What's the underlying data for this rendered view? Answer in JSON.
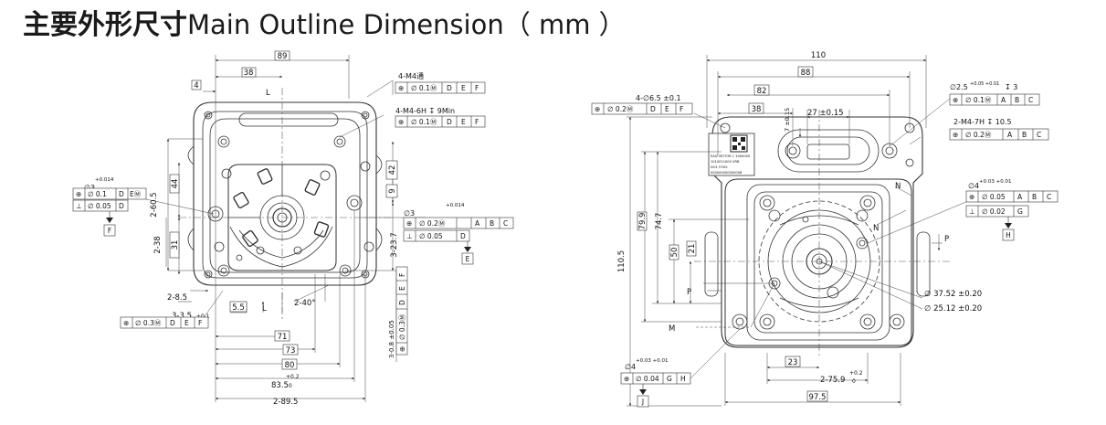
{
  "title": {
    "cn": "主要外形尺寸",
    "en": "Main Outline Dimension（ mm ）"
  },
  "left": {
    "dims": {
      "d89": "89",
      "d38": "38",
      "d4": "4",
      "dL": "L",
      "d2_60_5": "2-60.5",
      "d44": "44",
      "d42": "42",
      "d9": "9",
      "d2_38": "2-38",
      "d31": "31",
      "d3_23_7": "3-23.7",
      "d2_8_5": "2-8.5",
      "d5_5": "5.5",
      "dL2": "L",
      "d2_40": "2-40°",
      "d3_3_5": "3-3.5",
      "tol01": "±0.1",
      "d71": "71",
      "d73": "73",
      "d80": "80",
      "d83_5": "83.5",
      "tol02a": "+0.2",
      "tol02b": "0",
      "d2_89_5": "2-89.5",
      "d3_0_8": "3-0.8 ±0.05"
    },
    "callouts": {
      "m4_through": "4-M4通",
      "m4_depth": "4-M4-6H ↧ 9Min",
      "f3_left": "∅3",
      "f3_left_tol": "+0.014",
      "f3_right": "∅3",
      "f3_right_tol": "+0.014"
    },
    "fcf": {
      "a": [
        "⊕",
        "∅ 0.1Ⓜ",
        "D",
        "E",
        "F"
      ],
      "b": [
        "⊕",
        "∅ 0.1Ⓜ",
        "D",
        "E",
        "F"
      ],
      "c": [
        "⊕",
        "∅ 0.1",
        "D",
        "EⓂ"
      ],
      "d": [
        "⊥",
        "∅ 0.05",
        "D"
      ],
      "e": [
        "⊕",
        "∅ 0.2Ⓜ",
        "A",
        "B",
        "C"
      ],
      "f": [
        "⊥",
        "∅ 0.05",
        "D"
      ],
      "g": [
        "⊕",
        "∅ 0.3Ⓜ",
        "D",
        "E",
        "F"
      ],
      "h": [
        "⊕",
        "∅ 0.3Ⓜ",
        "D",
        "E",
        "F"
      ]
    },
    "datums": {
      "F": "F",
      "E": "E"
    }
  },
  "right": {
    "dims": {
      "d110": "110",
      "d88": "88",
      "d82": "82",
      "d38": "38",
      "d7": "7 ±0.15",
      "d27": "27 ±0.15",
      "d79_9": "79.9",
      "d74_7": "74.7",
      "d110_5": "110.5",
      "d50": "50",
      "d21": "21",
      "dP": "P",
      "dP2": "P",
      "dN": "N",
      "dN2": "N",
      "dM": "M",
      "d23": "23",
      "d2_75_9": "2-75.9",
      "tol02a": "+0.2",
      "tol02b": "0",
      "d97_5": "97.5",
      "d37_52": "∅ 37.52 ±0.20",
      "d25_12": "∅ 25.12 ±0.20"
    },
    "callouts": {
      "hole4": "4-∅6.5 ±0.1",
      "hole2_5": "∅2.5 ",
      "hole2_5_tol": "+0.05 +0.01",
      "hole2_5_depth": "↧ 3",
      "m4": "2-M4-7H ↧ 10.5",
      "f4_right": "∅4",
      "f4_right_tol": "+0.03 +0.01",
      "f4_bottom": "∅4",
      "f4_bottom_tol": "+0.03 +0.01"
    },
    "fcf": {
      "a": [
        "⊕",
        "∅ 0.2Ⓜ",
        "D",
        "E",
        "F"
      ],
      "b": [
        "⊕",
        "∅ 0.1Ⓜ",
        "A",
        "B",
        "C"
      ],
      "c": [
        "⊕",
        "∅ 0.2Ⓜ",
        "A",
        "B",
        "C"
      ],
      "d": [
        "⊕",
        "∅ 0.05",
        "A",
        "B",
        "C"
      ],
      "e": [
        "⊥",
        "∅ 0.02",
        "G"
      ],
      "f": [
        "⊕",
        "∅ 0.04",
        "G",
        "H"
      ]
    },
    "datums": {
      "H": "H",
      "J": "J"
    },
    "label_lines": [
      "EAI2 MOTOR 1 1000000",
      "1010011000 VRB",
      "DO1 FOSS",
      "000000000000008"
    ]
  }
}
